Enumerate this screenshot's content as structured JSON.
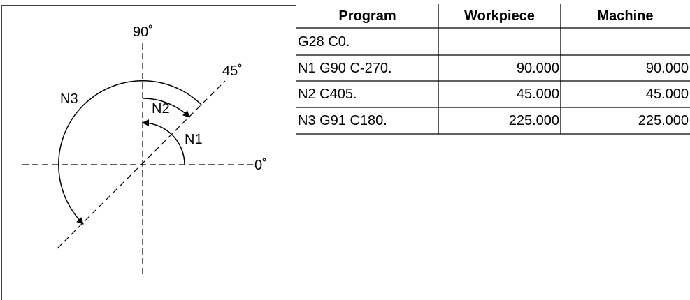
{
  "diagram": {
    "labels": {
      "deg90": "90˚",
      "deg45": "45˚",
      "deg0": "0˚",
      "n1": "N1",
      "n2": "N2",
      "n3": "N3"
    }
  },
  "table": {
    "headers": [
      "Program",
      "Workpiece",
      "Machine"
    ],
    "rows": [
      [
        "G28 C0.",
        "",
        ""
      ],
      [
        "N1 G90 C-270.",
        "90.000",
        "90.000"
      ],
      [
        "N2 C405.",
        "45.000",
        "45.000"
      ],
      [
        "N3 G91 C180.",
        "225.000",
        "225.000"
      ]
    ]
  }
}
